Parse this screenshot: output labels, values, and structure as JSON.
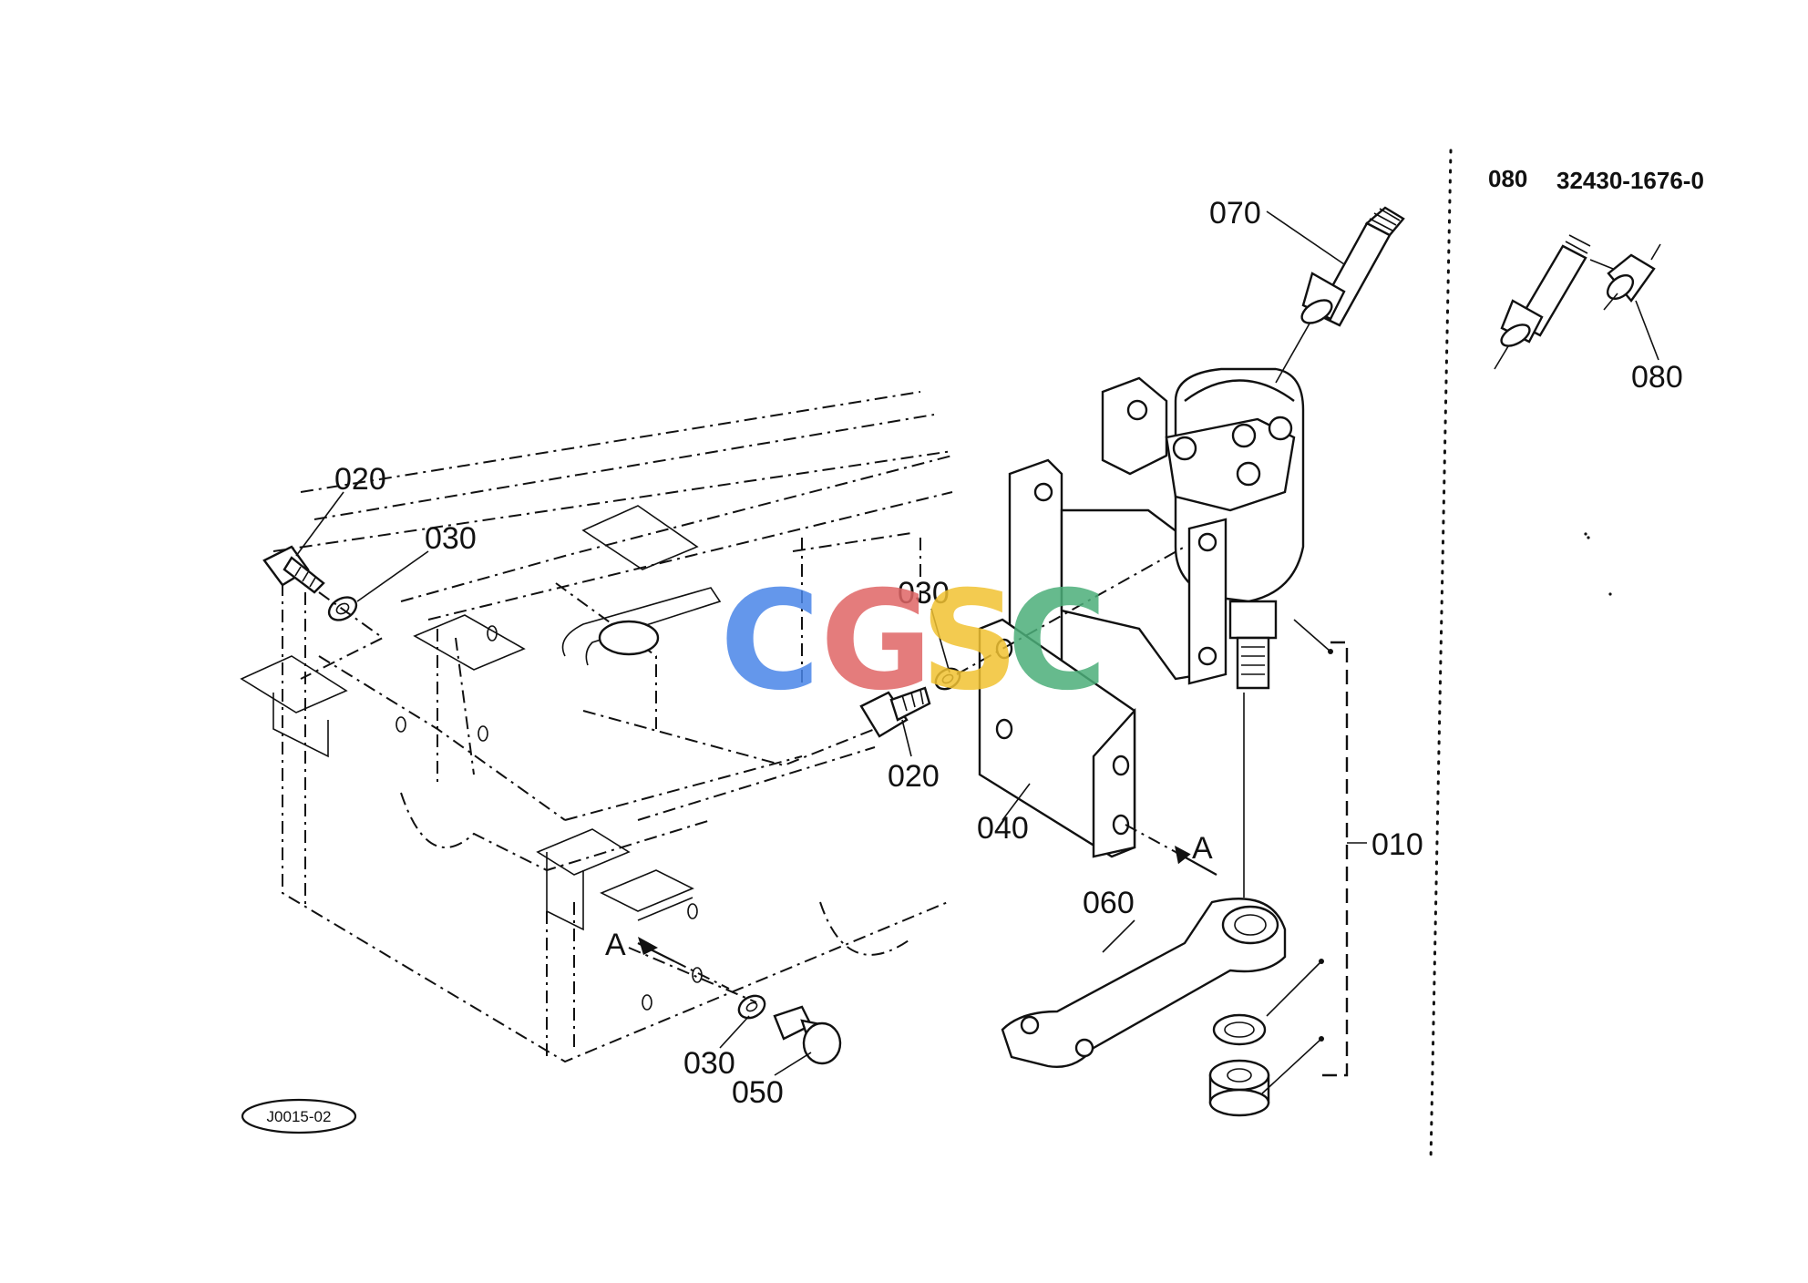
{
  "diagram": {
    "callouts": {
      "c070": "070",
      "c020_left": "020",
      "c030_left": "030",
      "c030_mid": "030",
      "c020_mid": "020",
      "c040": "040",
      "c010": "010",
      "c060": "060",
      "c030_bottom": "030",
      "c050": "050",
      "c080_inset": "080"
    },
    "view_markers": {
      "a_right": "A",
      "a_left": "A"
    },
    "inset": {
      "ref_number": "080",
      "part_number": "32430-1676-0"
    },
    "drawing_code": "J0015-02",
    "watermark": {
      "letters": [
        "C",
        "G",
        "S",
        "C"
      ],
      "colors": [
        "#4a86e8",
        "#e06666",
        "#f1c232",
        "#4caf7a"
      ]
    }
  }
}
